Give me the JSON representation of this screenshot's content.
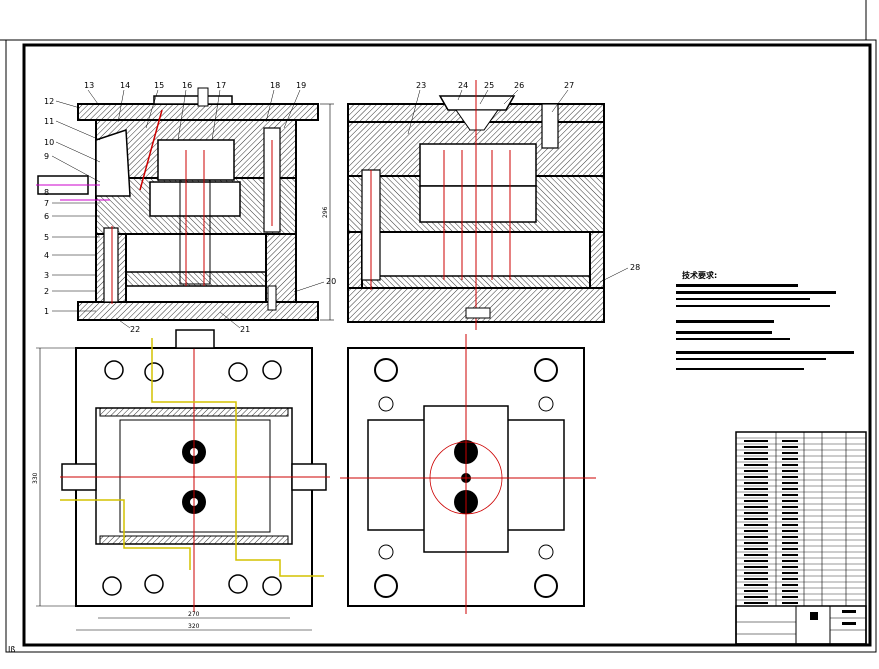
{
  "drawing": {
    "part_labels": [
      "1",
      "2",
      "3",
      "4",
      "5",
      "6",
      "7",
      "8",
      "9",
      "10",
      "11",
      "12",
      "13",
      "14",
      "15",
      "16",
      "17",
      "18",
      "19",
      "20",
      "21",
      "22",
      "23",
      "24",
      "25",
      "26",
      "27",
      "28"
    ],
    "dimensions": {
      "height": "296",
      "width_inner": "270",
      "width_outer": "320",
      "plan_height": "330"
    },
    "technical_requirements": {
      "title": "技术要求:"
    },
    "corner_mark": "Iß"
  },
  "colors": {
    "line": "#000000",
    "hatch": "#000000",
    "centerline": "#cc0000",
    "cooling": "#d4c200",
    "accent": "#cc00cc"
  }
}
